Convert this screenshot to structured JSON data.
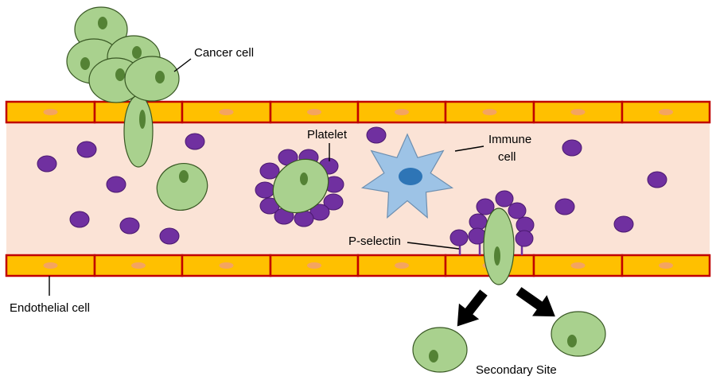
{
  "labels": {
    "cancer_cell": "Cancer cell",
    "platelet": "Platelet",
    "immune_cell_line1": "Immune",
    "immune_cell_line2": "cell",
    "p_selectin": "P-selectin",
    "endothelial_cell": "Endothelial cell",
    "secondary_site": "Secondary Site"
  },
  "colors": {
    "lumen": "#fbe3d6",
    "endothelium_fill": "#ffc000",
    "endothelium_border": "#c00000",
    "endothelial_nucleus": "#f4a460",
    "cancer_cell_fill": "#a9d18e",
    "cancer_cell_stroke": "#385723",
    "cancer_nucleus": "#548235",
    "platelet_fill": "#7030a0",
    "platelet_stroke": "#4b1a70",
    "immune_cell_fill": "#9dc3e6",
    "immune_cell_stroke": "#6d8fb0",
    "immune_nucleus": "#2e75b6",
    "arrow": "#000000"
  }
}
